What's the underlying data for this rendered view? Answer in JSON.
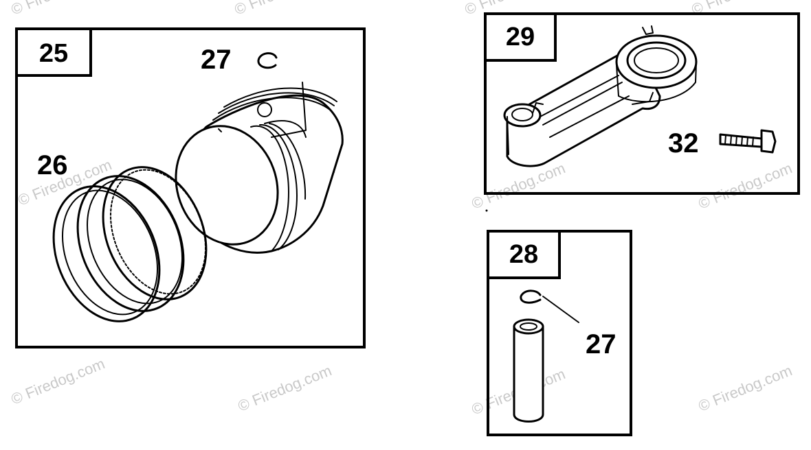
{
  "panels": {
    "piston": {
      "tag": "25",
      "callouts": {
        "clip": "27",
        "rings": "26"
      }
    },
    "connecting_rod": {
      "tag": "29",
      "callouts": {
        "bolt": "32"
      }
    },
    "piston_pin": {
      "tag": "28",
      "callouts": {
        "clip": "27"
      }
    }
  },
  "watermark": {
    "text": "© Firedog.com",
    "color": "#c9c9c9"
  }
}
